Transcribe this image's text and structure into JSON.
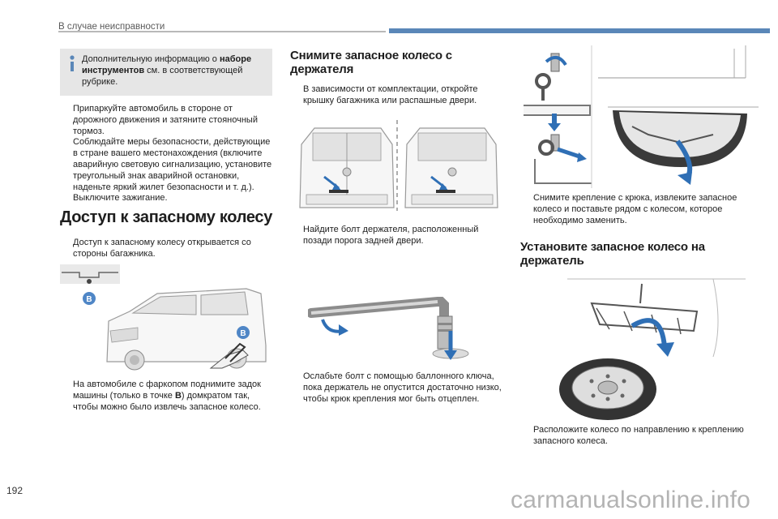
{
  "header": {
    "title": "В случае неисправности"
  },
  "page_number": "192",
  "watermark": "carmanualsonline.info",
  "info_box": {
    "text_before": "Дополнительную информацию о ",
    "bold": "наборе инструментов",
    "text_after": " см. в соответствующей рубрике."
  },
  "left_bullets": [
    "Припаркуйте автомобиль в стороне от дорожного движения и затяните стояночный тормоз.",
    "Соблюдайте меры безопасности, действующие в стране вашего местонахождения (включите аварийную световую сигнализацию, установите треугольный знак аварийной остановки, наденьте яркий жилет безопасности и т. д.).",
    "Выключите зажигание."
  ],
  "section_access": {
    "heading": "Доступ к запасному колесу",
    "bullet1": "Доступ к запасному колесу открывается со стороны багажника.",
    "marker_b": "B",
    "bullet2_before": "На автомобиле с фаркопом поднимите задок машины (только в точке ",
    "bullet2_bold": "B",
    "bullet2_after": ") домкратом так, чтобы можно было извлечь запасное колесо."
  },
  "section_remove": {
    "heading": "Снимите запасное колесо с держателя",
    "bullet1": "В зависимости от комплектации, откройте крышку багажника или распашные двери.",
    "bullet2": "Найдите болт держателя, расположенный позади порога задней двери.",
    "bullet3": "Ослабьте болт с помощью баллонного ключа, пока держатель не опустится достаточно низко, чтобы крюк крепления мог быть отцеплен."
  },
  "right_column": {
    "bullet1": "Снимите крепление с крюка, извлеките запасное колесо и поставьте рядом с колесом, которое необходимо заменить.",
    "heading": "Установите запасное колесо на держатель",
    "bullet2": "Расположите колесо по направлению к креплению запасного колеса."
  },
  "bullet_marker": "",
  "colors": {
    "accent_blue": "#5a87b8",
    "info_bg": "#e6e6e6",
    "arrow_blue": "#2f6fb5"
  }
}
